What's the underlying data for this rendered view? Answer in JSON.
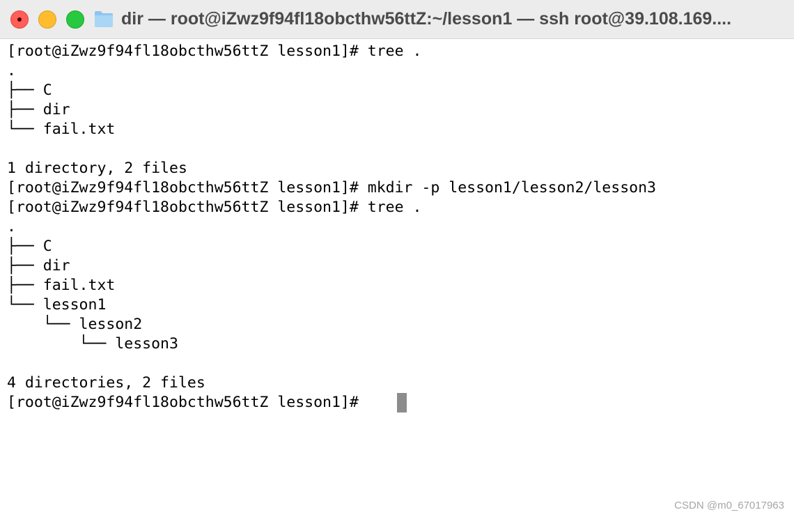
{
  "window": {
    "title": "dir — root@iZwz9f94fl18obcthw56ttZ:~/lesson1 — ssh root@39.108.169...."
  },
  "terminal": {
    "lines": [
      "[root@iZwz9f94fl18obcthw56ttZ lesson1]# tree .",
      ".",
      "├── C",
      "├── dir",
      "└── fail.txt",
      "",
      "1 directory, 2 files",
      "[root@iZwz9f94fl18obcthw56ttZ lesson1]# mkdir -p lesson1/lesson2/lesson3",
      "[root@iZwz9f94fl18obcthw56ttZ lesson1]# tree .",
      ".",
      "├── C",
      "├── dir",
      "├── fail.txt",
      "└── lesson1",
      "    └── lesson2",
      "        └── lesson3",
      "",
      "4 directories, 2 files",
      "[root@iZwz9f94fl18obcthw56ttZ lesson1]# "
    ]
  },
  "watermark": "CSDN @m0_67017963",
  "colors": {
    "titlebar": "#ececec",
    "close": "#ff5f57",
    "minimize": "#febc2e",
    "maximize": "#28c840",
    "cursor": "#8c8c8c"
  },
  "icons": [
    "close-icon",
    "minimize-icon",
    "maximize-icon",
    "folder-icon"
  ]
}
